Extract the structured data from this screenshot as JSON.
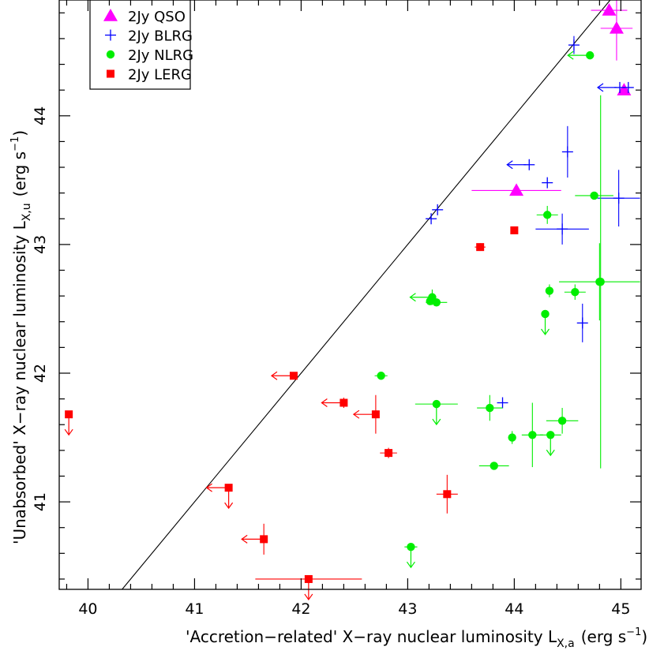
{
  "chart_data": {
    "type": "scatter",
    "xlabel": "'Accretion−related' X−ray nuclear luminosity L",
    "xlabel_sub": "X,a",
    "xlabel_units": "(erg s",
    "xlabel_units_sup": "−1",
    "xlabel_units_end": ")",
    "ylabel": "'Unabsorbed' X−ray nuclear luminosity L",
    "ylabel_sub": "X,u",
    "ylabel_units": "(erg s",
    "ylabel_units_sup": "−1",
    "ylabel_units_end": ")",
    "xlim": [
      39.73,
      45.19
    ],
    "ylim": [
      40.32,
      44.9
    ],
    "x_ticks": [
      "40",
      "41",
      "42",
      "43",
      "44",
      "45"
    ],
    "y_ticks": [
      "41",
      "42",
      "43",
      "44"
    ],
    "legend_position": "top-left",
    "reference_line": {
      "description": "one-to-one",
      "slope": 1
    },
    "series": [
      {
        "name": "2Jy QSO",
        "marker": "triangle",
        "color": "#ff00ff",
        "points": [
          {
            "x": 44.89,
            "y": 44.82,
            "xerr": 0.17,
            "yerr": 0,
            "xul": false,
            "yul": false
          },
          {
            "x": 44.96,
            "y": 44.68,
            "xerr": 0.15,
            "yerr": 0.25,
            "xul": false,
            "yul": false
          },
          {
            "x": 45.03,
            "y": 44.2,
            "xerr": 0,
            "yerr": 0,
            "xul": false,
            "yul": false
          },
          {
            "x": 44.02,
            "y": 43.42,
            "xerr": 0.42,
            "yerr": 0,
            "xul": false,
            "yul": false
          }
        ]
      },
      {
        "name": "2Jy BLRG",
        "marker": "plus",
        "color": "#0000ff",
        "points": [
          {
            "x": 44.56,
            "y": 44.55,
            "xerr": 0,
            "yerr": 0.07,
            "xul": false,
            "yul": false
          },
          {
            "x": 44.99,
            "y": 44.22,
            "xerr": 0,
            "yerr": 0,
            "xul": true,
            "yul": false
          },
          {
            "x": 45.07,
            "y": 44.22,
            "xerr": 0,
            "yerr": 0,
            "xul": false,
            "yul": false
          },
          {
            "x": 44.14,
            "y": 43.62,
            "xerr": 0,
            "yerr": 0,
            "xul": true,
            "yul": false
          },
          {
            "x": 44.5,
            "y": 43.72,
            "xerr": 0,
            "yerr": 0.2,
            "xul": false,
            "yul": false
          },
          {
            "x": 44.31,
            "y": 43.48,
            "xerr": 0,
            "yerr": 0,
            "xul": false,
            "yul": false
          },
          {
            "x": 44.98,
            "y": 43.36,
            "xerr": 0.2,
            "yerr": 0.22,
            "xul": false,
            "yul": false
          },
          {
            "x": 43.28,
            "y": 43.27,
            "xerr": 0,
            "yerr": 0,
            "xul": false,
            "yul": false
          },
          {
            "x": 43.22,
            "y": 43.2,
            "xerr": 0,
            "yerr": 0,
            "xul": false,
            "yul": false
          },
          {
            "x": 44.45,
            "y": 43.12,
            "xerr": 0.25,
            "yerr": 0.12,
            "xul": false,
            "yul": false
          },
          {
            "x": 44.64,
            "y": 42.39,
            "xerr": 0,
            "yerr": 0.15,
            "xul": false,
            "yul": false
          },
          {
            "x": 43.89,
            "y": 41.77,
            "xerr": 0,
            "yerr": 0,
            "xul": false,
            "yul": false
          }
        ]
      },
      {
        "name": "2Jy NLRG",
        "marker": "circle",
        "color": "#00ee00",
        "points": [
          {
            "x": 44.71,
            "y": 44.47,
            "xerr": 0,
            "yerr": 0,
            "xul": true,
            "yul": false
          },
          {
            "x": 44.75,
            "y": 43.38,
            "xerr": 0.18,
            "yerr": 0,
            "xul": false,
            "yul": false
          },
          {
            "x": 44.31,
            "y": 43.23,
            "xerr": 0.1,
            "yerr": 0.07,
            "xul": false,
            "yul": false
          },
          {
            "x": 43.23,
            "y": 42.59,
            "xerr": 0,
            "yerr": 0.06,
            "xul": true,
            "yul": false
          },
          {
            "x": 43.21,
            "y": 42.56,
            "xerr": 0,
            "yerr": 0,
            "xul": false,
            "yul": false
          },
          {
            "x": 43.27,
            "y": 42.55,
            "xerr": 0.1,
            "yerr": 0,
            "xul": false,
            "yul": false
          },
          {
            "x": 44.33,
            "y": 42.64,
            "xerr": 0,
            "yerr": 0.05,
            "xul": false,
            "yul": false
          },
          {
            "x": 44.57,
            "y": 42.63,
            "xerr": 0.1,
            "yerr": 0.06,
            "xul": false,
            "yul": false
          },
          {
            "x": 44.8,
            "y": 42.71,
            "xerr": 0.38,
            "yerr": 0.3,
            "xul": false,
            "yul": false
          },
          {
            "x": 44.29,
            "y": 42.46,
            "xerr": 0,
            "yerr": 0,
            "xul": false,
            "yul": true
          },
          {
            "x": 42.75,
            "y": 41.98,
            "xerr": 0.06,
            "yerr": 0,
            "xul": false,
            "yul": false
          },
          {
            "x": 43.27,
            "y": 41.76,
            "xerr": 0.2,
            "yerr": 0,
            "xul": false,
            "yul": true
          },
          {
            "x": 43.77,
            "y": 41.73,
            "xerr": 0.12,
            "yerr": 0.1,
            "xul": false,
            "yul": false
          },
          {
            "x": 44.45,
            "y": 41.63,
            "xerr": 0.15,
            "yerr": 0.1,
            "xul": false,
            "yul": false
          },
          {
            "x": 44.17,
            "y": 41.52,
            "xerr": 0.1,
            "yerr": 0.25,
            "xul": false,
            "yul": false
          },
          {
            "x": 44.34,
            "y": 41.52,
            "xerr": 0.1,
            "yerr": 0,
            "xul": false,
            "yul": true
          },
          {
            "x": 43.98,
            "y": 41.5,
            "xerr": 0,
            "yerr": 0.05,
            "xul": false,
            "yul": false
          },
          {
            "x": 44.81,
            "y": 42.71,
            "xerr": 0,
            "yerr": 1.45,
            "xul": false,
            "yul": false
          },
          {
            "x": 43.81,
            "y": 41.28,
            "xerr": 0.14,
            "yerr": 0,
            "xul": false,
            "yul": false
          },
          {
            "x": 43.03,
            "y": 40.65,
            "xerr": 0.06,
            "yerr": 0,
            "xul": false,
            "yul": true
          }
        ]
      },
      {
        "name": "2Jy LERG",
        "marker": "square",
        "color": "#ff0000",
        "points": [
          {
            "x": 44.0,
            "y": 43.11,
            "xerr": 0,
            "yerr": 0,
            "xul": false,
            "yul": false
          },
          {
            "x": 43.68,
            "y": 42.98,
            "xerr": 0.05,
            "yerr": 0.03,
            "xul": false,
            "yul": false
          },
          {
            "x": 41.93,
            "y": 41.98,
            "xerr": 0,
            "yerr": 0,
            "xul": true,
            "yul": false
          },
          {
            "x": 42.4,
            "y": 41.77,
            "xerr": 0,
            "yerr": 0.04,
            "xul": true,
            "yul": false
          },
          {
            "x": 42.7,
            "y": 41.68,
            "xerr": 0,
            "yerr": 0.15,
            "xul": true,
            "yul": false
          },
          {
            "x": 39.82,
            "y": 41.68,
            "xerr": 0,
            "yerr": 0,
            "xul": false,
            "yul": true
          },
          {
            "x": 42.82,
            "y": 41.38,
            "xerr": 0.08,
            "yerr": 0.04,
            "xul": false,
            "yul": false
          },
          {
            "x": 41.32,
            "y": 41.11,
            "xerr": 0,
            "yerr": 0,
            "xul": true,
            "yul": true
          },
          {
            "x": 43.37,
            "y": 41.06,
            "xerr": 0.1,
            "yerr": 0.15,
            "xul": false,
            "yul": false
          },
          {
            "x": 41.65,
            "y": 40.71,
            "xerr": 0,
            "yerr": 0.12,
            "xul": true,
            "yul": false
          },
          {
            "x": 42.07,
            "y": 40.4,
            "xerr": 0.5,
            "yerr": 0,
            "xul": false,
            "yul": true
          }
        ]
      }
    ]
  }
}
